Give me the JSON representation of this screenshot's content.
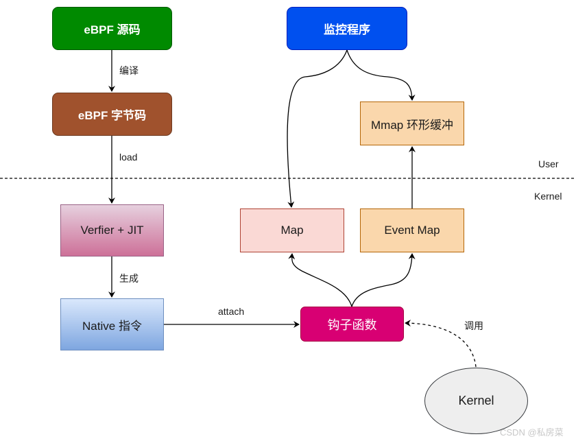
{
  "diagram": {
    "zones": {
      "user": "User",
      "kernel": "Kernel"
    },
    "nodes": {
      "ebpf_source": "eBPF 源码",
      "ebpf_bytecode": "eBPF 字节码",
      "verifier_jit": "Verfier + JIT",
      "native": "Native 指令",
      "monitor": "监控程序",
      "mmap_ring": "Mmap 环形缓冲",
      "map": "Map",
      "event_map": "Event Map",
      "hook": "钩子函数",
      "kernel": "Kernel"
    },
    "edges": {
      "compile": "编译",
      "load": "load",
      "generate": "生成",
      "attach": "attach",
      "call": "调用"
    },
    "watermark": "CSDN @私房菜",
    "colors": {
      "source": "#008a00",
      "bytecode": "#a0522d",
      "monitor": "#0050ef",
      "hook": "#d80073",
      "mmap": "#fad7ac",
      "map": "#fad9d5"
    }
  }
}
